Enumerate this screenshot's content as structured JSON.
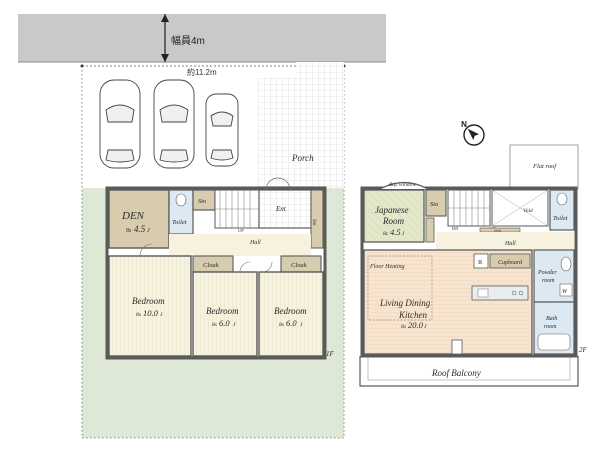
{
  "road": {
    "width_label": "幅員4m"
  },
  "lot": {
    "width_label": "約11.2m"
  },
  "colors": {
    "road": "#c9c9c9",
    "garden": "#dde8d6",
    "wall": "#5a5a5a",
    "floor_wood": "#f3efdc",
    "den": "#d8ccae",
    "ldk": "#f4dfc8",
    "japanese": "#dfe6c6",
    "wet": "#dce8f2",
    "corridor": "#ffffff"
  },
  "first_floor": {
    "floor_label": "1F",
    "porch": "Porch",
    "den": {
      "name": "DEN",
      "size": "4.5",
      "unit_prefix": "8s",
      "unit_suffix": "J"
    },
    "toilet": "Toilet",
    "storage": "Sto",
    "entrance": "Ent",
    "shoe_storage": "Sto",
    "hall": "Hall",
    "up": "UP",
    "cloak1": "Cloak",
    "cloak2": "Cloak",
    "bedroom1": {
      "name": "Bedroom",
      "size": "10.0",
      "unit_prefix": "8s",
      "unit_suffix": "J"
    },
    "bedroom2": {
      "name": "Bedroom",
      "size": "6.0",
      "unit_prefix": "8s",
      "unit_suffix": "J"
    },
    "bedroom3": {
      "name": "Bedroom",
      "size": "6.0",
      "unit_prefix": "8s",
      "unit_suffix": "J"
    }
  },
  "second_floor": {
    "floor_label": "2F",
    "flat_roof": "Flat roof",
    "bay_window": "Bay window",
    "japanese_room": {
      "name_line1": "Japanese",
      "name_line2": "Room",
      "size": "4.5",
      "unit_prefix": "8s",
      "unit_suffix": "J"
    },
    "storage": "Sto",
    "void": "Void",
    "toilet": "Toilet",
    "hall": "Hall",
    "dn": "DN",
    "up": "UP",
    "shelf": "Shelf",
    "floor_heating": "Floor Heating",
    "refrigerator": "R",
    "cupboard": "Cupboard",
    "ldk": {
      "name_line1": "Living Dining",
      "name_line2": "Kitchen",
      "size": "20.0",
      "unit_prefix": "8s",
      "unit_suffix": "J"
    },
    "powder_room_line1": "Powder",
    "powder_room_line2": "room",
    "washer": "W",
    "bath_room_line1": "Bath",
    "bath_room_line2": "room",
    "roof_balcony": "Roof Balcony"
  }
}
